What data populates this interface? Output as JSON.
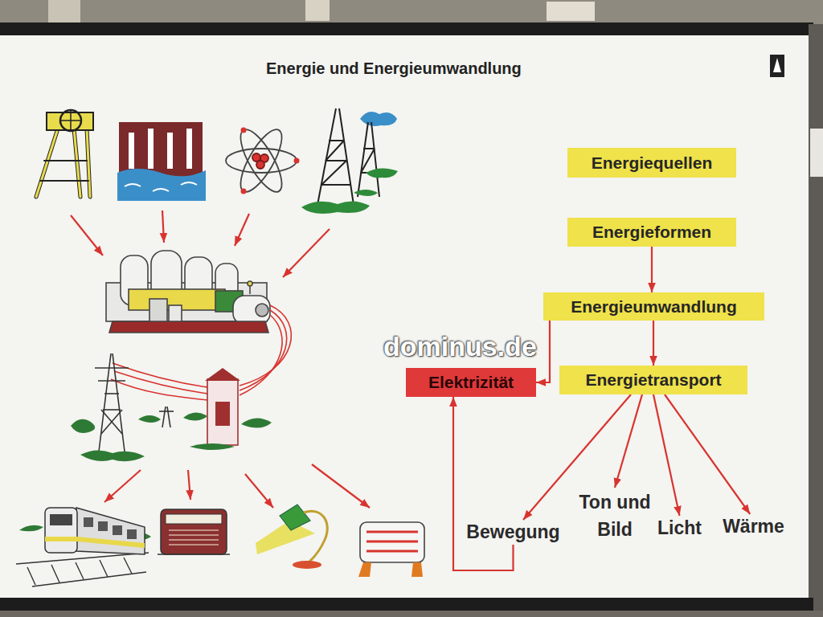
{
  "diagram": {
    "title": "Energie und Energieumwandlung",
    "nodes": [
      {
        "text": [
          "Energiequellen"
        ]
      },
      {
        "text": [
          "Energieformen"
        ]
      },
      {
        "text": [
          "Energieumwandlung"
        ]
      },
      {
        "text": [
          "Elektrizität"
        ]
      },
      {
        "text": [
          "Energietransport"
        ]
      },
      {
        "text": [
          "Bewegung"
        ]
      },
      {
        "text": [
          "Ton und Bild"
        ]
      },
      {
        "text": [
          "Licht"
        ]
      },
      {
        "text": [
          "Wärme"
        ]
      }
    ],
    "edges": [
      {
        "from": 1,
        "to": 2,
        "arrow": "to"
      },
      {
        "from": 2,
        "to": 4,
        "arrow": "to"
      },
      {
        "from": 2,
        "to": 3,
        "arrow": "to"
      },
      {
        "from": 4,
        "to": 5,
        "arrow": "to"
      },
      {
        "from": 4,
        "to": 6,
        "arrow": "to"
      },
      {
        "from": 4,
        "to": 7,
        "arrow": "to"
      },
      {
        "from": 4,
        "to": 8,
        "arrow": "to"
      },
      {
        "from": 5,
        "to": 3,
        "arrow": "to"
      }
    ],
    "labels": [
      "dominus.de"
    ]
  }
}
